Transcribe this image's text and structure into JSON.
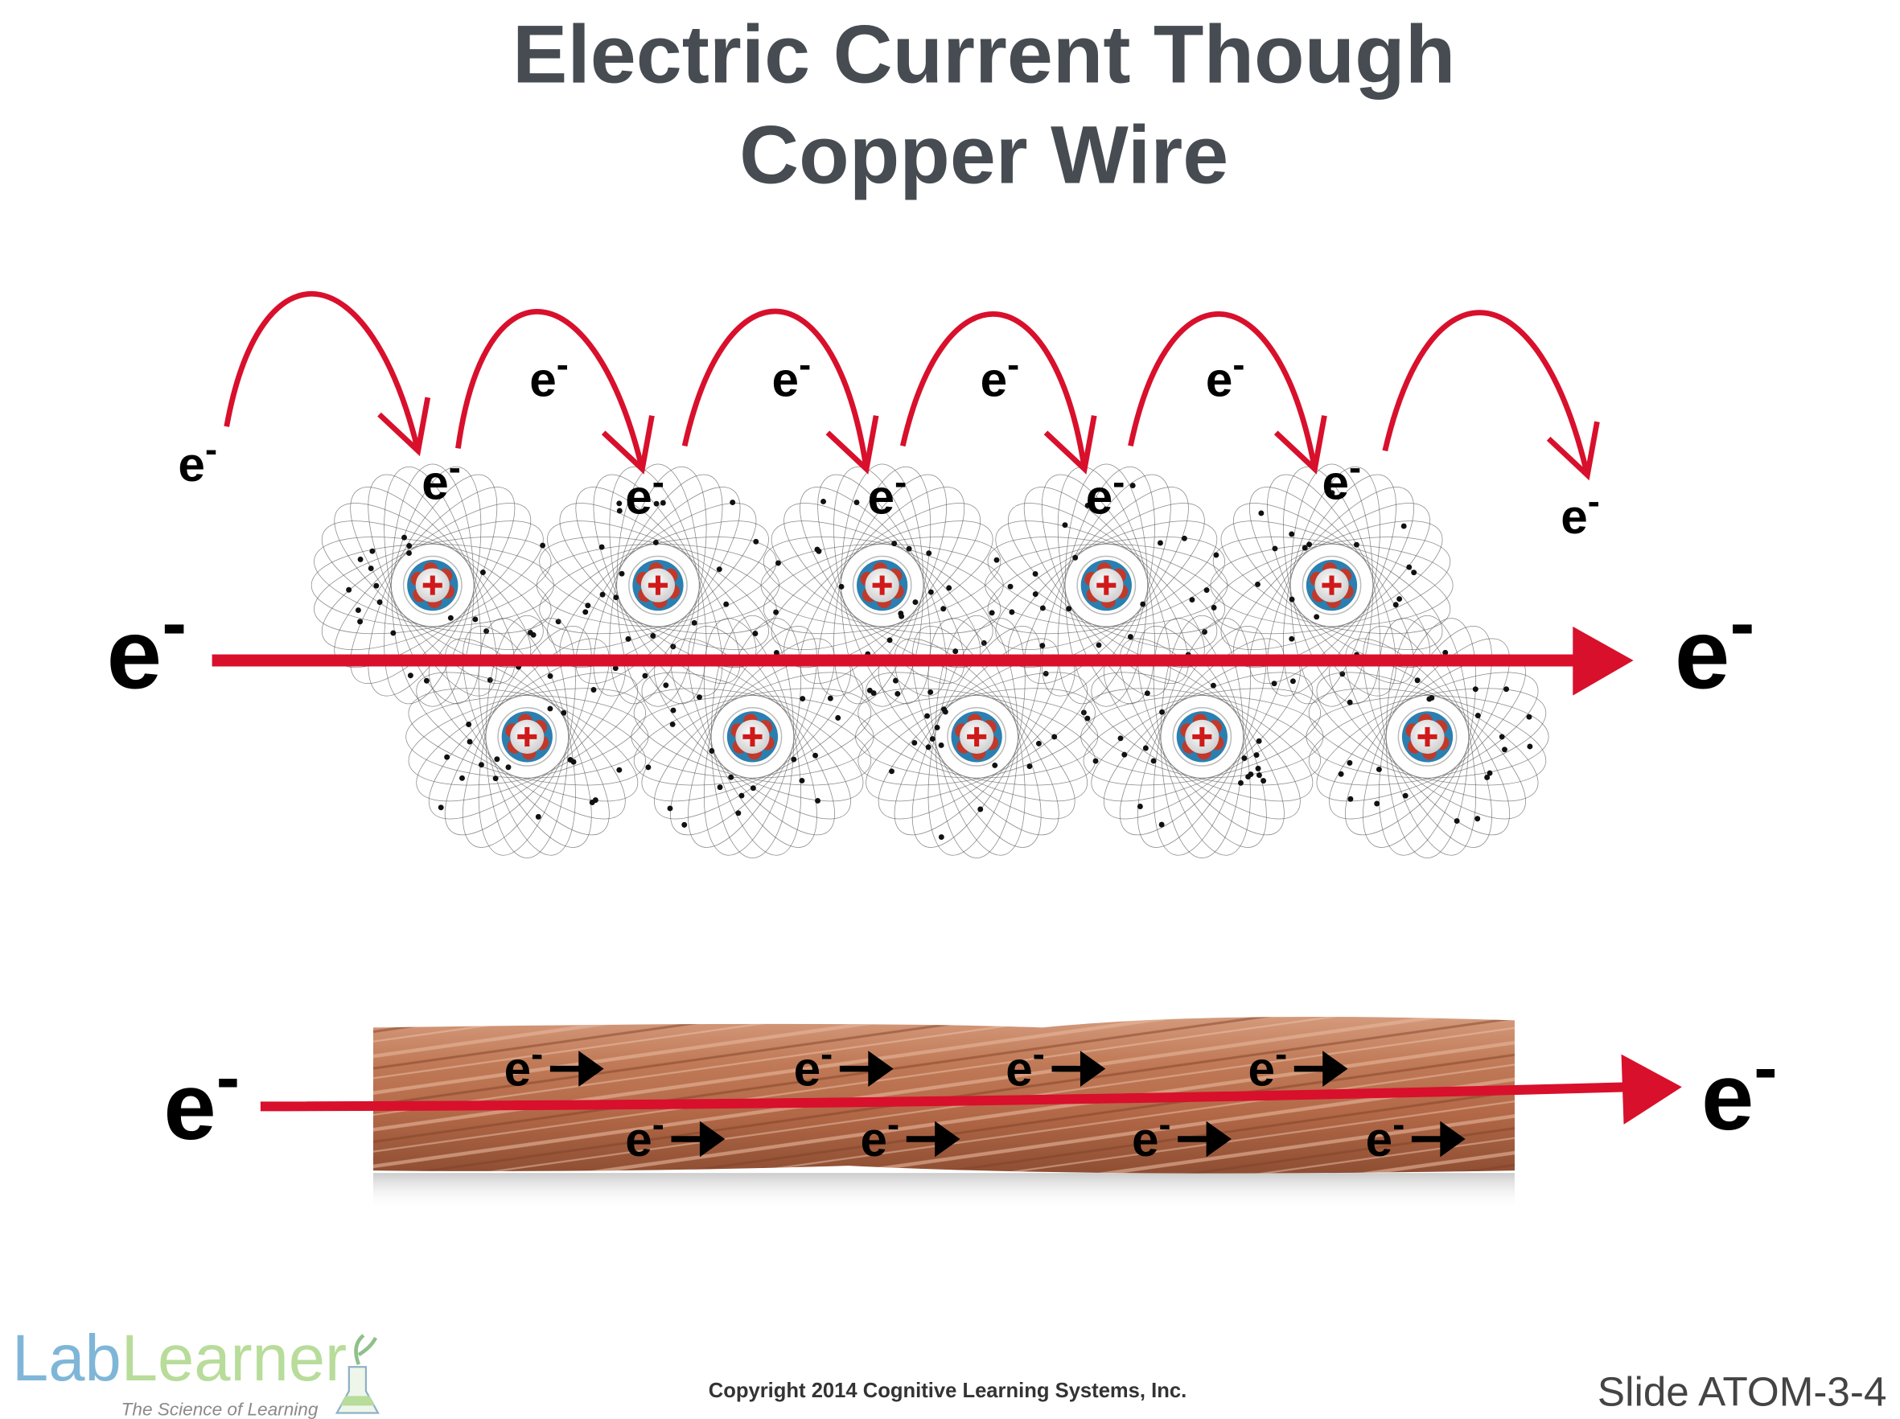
{
  "title": {
    "line1": "Electric Current Though",
    "line2": "Copper Wire"
  },
  "electron_label": "e",
  "electron_sign": "-",
  "footer": {
    "logo_part1": "Lab",
    "logo_part2": "Learner",
    "tagline": "The Science of Learning",
    "copyright": "Copyright 2014 Cognitive Learning Systems, Inc.",
    "slide_id": "Slide ATOM-3-4"
  },
  "colors": {
    "arrow": "#d8102c",
    "title": "#474c52",
    "logo_blue": "#7fb6d8",
    "logo_green": "#b8dc9a",
    "copper": "#b8704f"
  }
}
